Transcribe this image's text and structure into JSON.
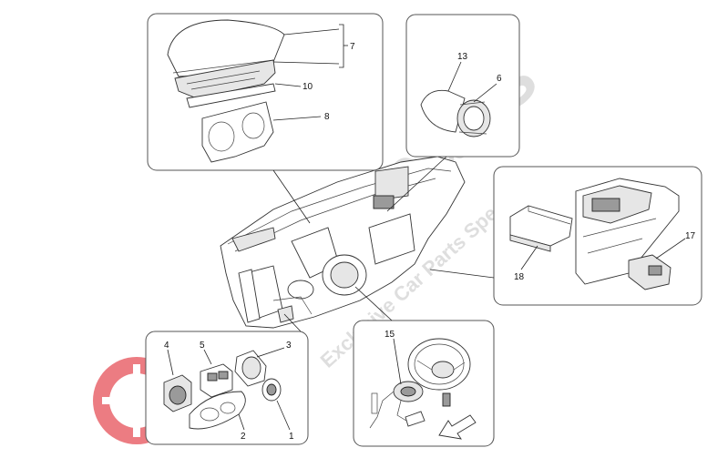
{
  "diagram": {
    "callouts": {
      "c1": "1",
      "c2": "2",
      "c3": "3",
      "c4": "4",
      "c5": "5",
      "c6": "6",
      "c7": "7",
      "c8": "8",
      "c10": "10",
      "c13": "13",
      "c15": "15",
      "c17": "17",
      "c18": "18"
    }
  },
  "watermark": {
    "brand": "Autoparts",
    "tagline": "Exclusive Car Parts Specialist"
  },
  "colors": {
    "line": "#333333",
    "watermark": "#d9d9d9",
    "logo_red": "#e0303a"
  }
}
